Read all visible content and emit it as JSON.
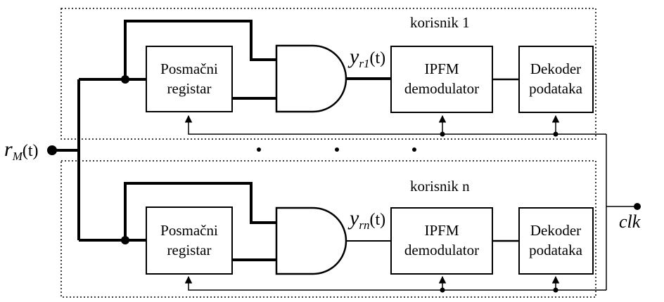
{
  "groups": [
    {
      "label": "korisnik 1",
      "shift_register": [
        "Posmačni",
        "registar"
      ],
      "demodulator": [
        "IPFM",
        "demodulator"
      ],
      "decoder": [
        "Dekoder",
        "podataka"
      ],
      "output_signal": {
        "base": "y",
        "sub": "r1",
        "arg": "(t)"
      }
    },
    {
      "label": "korisnik n",
      "shift_register": [
        "Posmačni",
        "registar"
      ],
      "demodulator": [
        "IPFM",
        "demodulator"
      ],
      "decoder": [
        "Dekoder",
        "podataka"
      ],
      "output_signal": {
        "base": "y",
        "sub": "rn",
        "arg": "(t)"
      }
    }
  ],
  "input_signal": {
    "base": "r",
    "sub": "M",
    "arg": "(t)"
  },
  "clock_label": "clk"
}
